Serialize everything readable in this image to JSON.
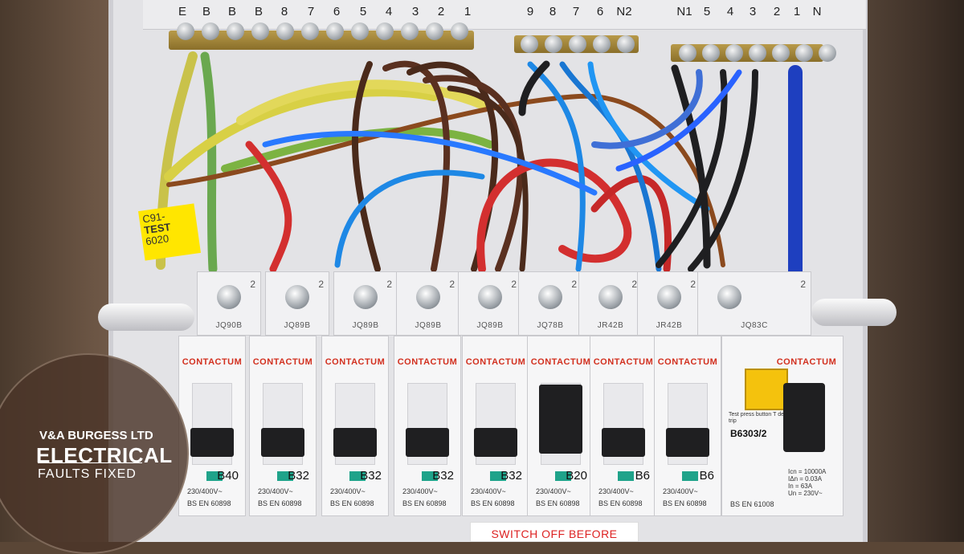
{
  "top_labels_left": [
    "E",
    "B",
    "B",
    "B",
    "8",
    "7",
    "6",
    "5",
    "4",
    "3",
    "2",
    "1"
  ],
  "top_labels_mid": [
    "9",
    "8",
    "7",
    "6",
    "N2"
  ],
  "top_labels_right": [
    "N1",
    "5",
    "4",
    "3",
    "2",
    "1",
    "N"
  ],
  "test_label": {
    "line1": "C91-",
    "line2": "TEST",
    "line3": "6020"
  },
  "terminal_codes": [
    "JQ90B",
    "JQ89B",
    "JQ89B",
    "JQ89B",
    "JQ89B",
    "JQ78B",
    "JR42B",
    "JR42B",
    "JQ83C"
  ],
  "terminal_number": "2",
  "brand": "CONTACTUM",
  "breakers": [
    {
      "rating": "B40",
      "lever": "down"
    },
    {
      "rating": "B32",
      "lever": "down"
    },
    {
      "rating": "B32",
      "lever": "down"
    },
    {
      "rating": "B32",
      "lever": "down"
    },
    {
      "rating": "B32",
      "lever": "down"
    },
    {
      "rating": "B20",
      "lever": "up"
    },
    {
      "rating": "B6",
      "lever": "down"
    },
    {
      "rating": "B6",
      "lever": "down"
    }
  ],
  "breaker_voltage": "230/400V~",
  "breaker_standard": "BS EN 60898",
  "rcd": {
    "model": "B6303/2",
    "test_text": "Test press button T device must trip",
    "specs": [
      "Icn = 10000A",
      "IΔn = 0.03A",
      "In = 63A",
      "Un = 230V~"
    ],
    "standard": "BS EN 61008"
  },
  "warning_text": "SWITCH OFF BEFORE",
  "watermark": {
    "line1": "V&A BURGESS LTD",
    "line2": "ELECTRICAL",
    "line3": "FAULTS FIXED"
  },
  "colors": {
    "brand_red": "#d2301f",
    "test_yellow": "#f4c20d",
    "window_green": "#1fa38a"
  }
}
